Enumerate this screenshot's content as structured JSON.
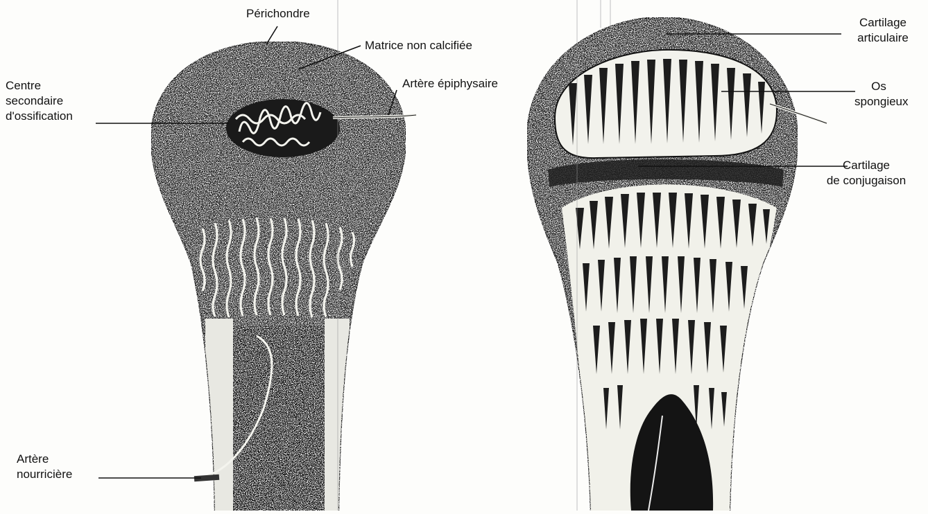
{
  "diagram": {
    "left_figure": {
      "labels": {
        "perichondre": "Périchondre",
        "matrice": "Matrice non calcifiée",
        "artere_epiphysaire": "Artère épiphysaire",
        "centre_line1": "Centre",
        "centre_line2": "secondaire",
        "centre_line3": "d'ossification",
        "artere_nourriciere_line1": "Artère",
        "artere_nourriciere_line2": "nourricière"
      }
    },
    "right_figure": {
      "labels": {
        "cartilage_articulaire_line1": "Cartilage",
        "cartilage_articulaire_line2": "articulaire",
        "os_spongieux_line1": "Os",
        "os_spongieux_line2": "spongieux",
        "cartilage_conjugaison_line1": "Cartilage",
        "cartilage_conjugaison_line2": "de conjugaison"
      }
    }
  }
}
